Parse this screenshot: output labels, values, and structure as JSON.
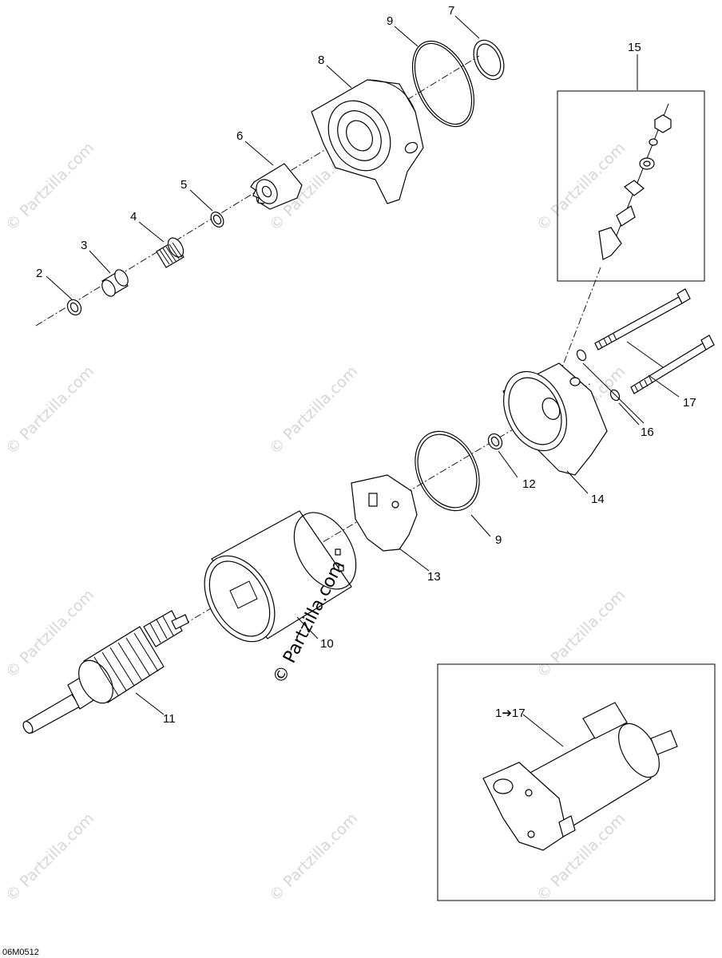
{
  "callouts": {
    "c2": "2",
    "c3": "3",
    "c4": "4",
    "c5": "5",
    "c6": "6",
    "c7": "7",
    "c8": "8",
    "c9a": "9",
    "c9b": "9",
    "c10": "10",
    "c11": "11",
    "c12": "12",
    "c13": "13",
    "c14": "14",
    "c15": "15",
    "c16": "16",
    "c17": "17"
  },
  "inset_label": "1➔17",
  "drawing_code": "06M0512",
  "watermark_text": "© Partzilla.com",
  "watermark_main": "© Partzilla.com",
  "colors": {
    "line": "#000000",
    "watermark": "#d6d6d6",
    "background": "#ffffff"
  }
}
